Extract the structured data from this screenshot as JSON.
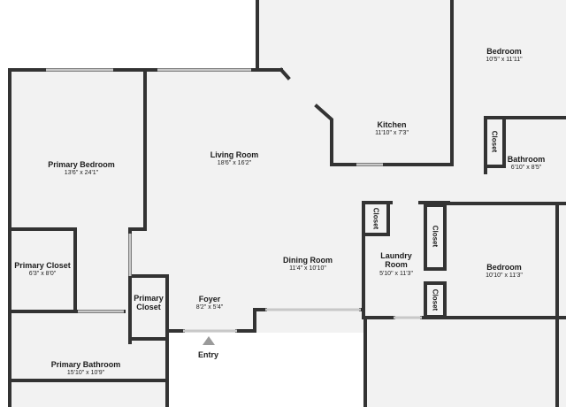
{
  "rooms": {
    "bedroom_top": {
      "name": "Bedroom",
      "dims": "10'5\" x 11'11\""
    },
    "kitchen": {
      "name": "Kitchen",
      "dims": "11'10\" x 7'3\""
    },
    "living_room": {
      "name": "Living Room",
      "dims": "18'6\" x 16'2\""
    },
    "primary_bedroom": {
      "name": "Primary Bedroom",
      "dims": "13'6\" x 24'1\""
    },
    "bathroom": {
      "name": "Bathroom",
      "dims": "6'10\" x 8'5\""
    },
    "primary_closet": {
      "name": "Primary Closet",
      "dims": "6'3\" x 8'0\""
    },
    "dining_room": {
      "name": "Dining Room",
      "dims": "11'4\" x 10'10\""
    },
    "laundry_room": {
      "name": "Laundry Room",
      "dims": "5'10\" x 11'3\""
    },
    "bedroom_right": {
      "name": "Bedroom",
      "dims": "10'10\" x 11'3\""
    },
    "foyer": {
      "name": "Foyer",
      "dims": "8'2\" x 5'4\""
    },
    "primary_closet_small": {
      "name": "Primary Closet"
    },
    "primary_bathroom": {
      "name": "Primary Bathroom",
      "dims": "15'10\" x 10'9\""
    }
  },
  "closets": {
    "bath_closet": "Closet",
    "laundry_closet": "Closet",
    "bedroom_closet_upper": "Closet",
    "bedroom_closet_lower": "Closet"
  },
  "entry_label": "Entry",
  "colors": {
    "wall": "#333333",
    "floor": "#f2f2f2",
    "opening": "#c8c8c8",
    "marker": "#9a9a9a"
  }
}
